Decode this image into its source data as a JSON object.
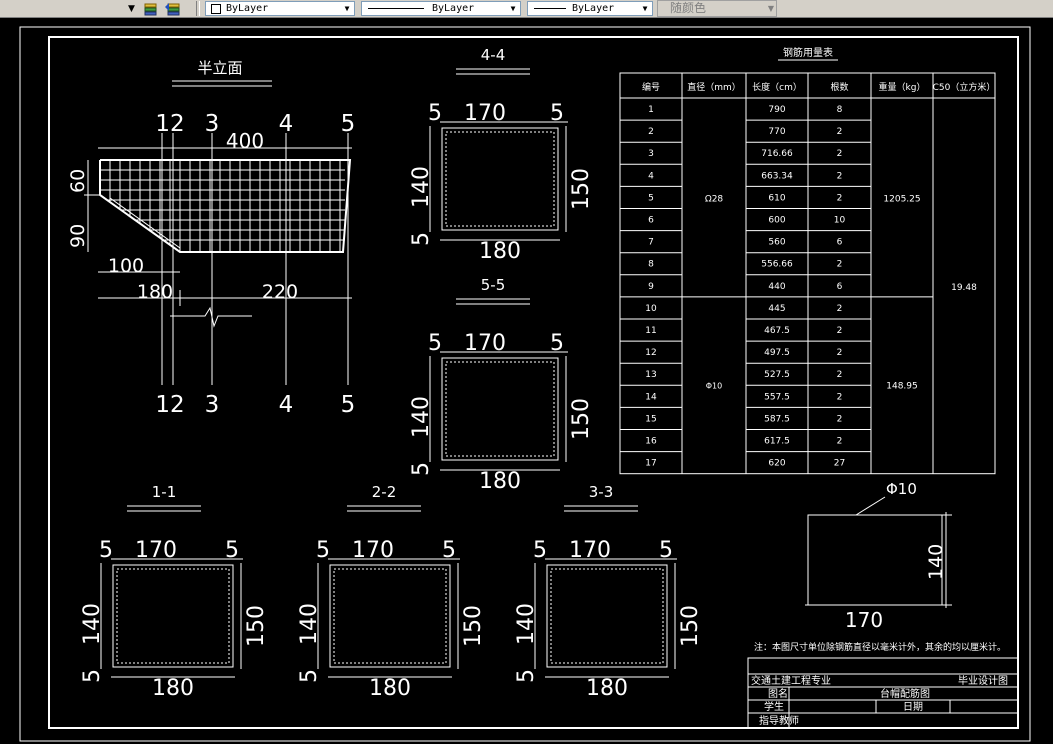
{
  "toolbar": {
    "layer_icon_names": [
      "layer-states-icon",
      "layer-previous-icon"
    ],
    "color_value": "ByLayer",
    "linetype_value": "ByLayer",
    "lineweight_value": "ByLayer",
    "plotstyle_value": "随颜色"
  },
  "drawing": {
    "half_elevation": {
      "title": "半立面",
      "top_labels": [
        "12",
        "3",
        "4",
        "5"
      ],
      "bottom_labels": [
        "12",
        "3",
        "4",
        "5"
      ],
      "dim_top": "400",
      "dim_left_a": "90",
      "dim_left_b": "60",
      "dim_100": "100",
      "dim_180": "180",
      "dim_220": "220"
    },
    "sections": [
      {
        "title": "4-4",
        "dims": [
          "5",
          "170",
          "5",
          "140",
          "150",
          "5",
          "180"
        ]
      },
      {
        "title": "5-5",
        "dims": [
          "5",
          "170",
          "5",
          "140",
          "150",
          "5",
          "180"
        ]
      },
      {
        "title": "1-1",
        "dims": [
          "5",
          "170",
          "5",
          "140",
          "150",
          "5",
          "180"
        ]
      },
      {
        "title": "2-2",
        "dims": [
          "5",
          "170",
          "5",
          "140",
          "150",
          "5",
          "180"
        ]
      },
      {
        "title": "3-3",
        "dims": [
          "5",
          "170",
          "5",
          "140",
          "150",
          "5",
          "180"
        ]
      }
    ],
    "stirrup": {
      "label": "Φ10",
      "width": "170",
      "height": "140"
    },
    "table": {
      "title": "钢筋用量表",
      "headers": [
        "编号",
        "直径（mm）",
        "长度（cm）",
        "根数",
        "重量（kg）",
        "C50（立方米）"
      ],
      "rows": [
        {
          "no": "1",
          "len": "790",
          "count": "8"
        },
        {
          "no": "2",
          "len": "770",
          "count": "2"
        },
        {
          "no": "3",
          "len": "716.66",
          "count": "2"
        },
        {
          "no": "4",
          "len": "663.34",
          "count": "2"
        },
        {
          "no": "5",
          "len": "610",
          "count": "2"
        },
        {
          "no": "6",
          "len": "600",
          "count": "10"
        },
        {
          "no": "7",
          "len": "560",
          "count": "6"
        },
        {
          "no": "8",
          "len": "556.66",
          "count": "2"
        },
        {
          "no": "9",
          "len": "440",
          "count": "6"
        },
        {
          "no": "10",
          "len": "445",
          "count": "2"
        },
        {
          "no": "11",
          "len": "467.5",
          "count": "2"
        },
        {
          "no": "12",
          "len": "497.5",
          "count": "2"
        },
        {
          "no": "13",
          "len": "527.5",
          "count": "2"
        },
        {
          "no": "14",
          "len": "557.5",
          "count": "2"
        },
        {
          "no": "15",
          "len": "587.5",
          "count": "2"
        },
        {
          "no": "16",
          "len": "617.5",
          "count": "2"
        },
        {
          "no": "17",
          "len": "620",
          "count": "27"
        }
      ],
      "diameter_1": "Ω28",
      "diameter_2": "Φ10",
      "weight_1": "1205.25",
      "weight_2": "148.95",
      "concrete": "19.48"
    },
    "note": "注：本图尺寸单位除钢筋直径以毫米计外，其余的均以厘米计。",
    "title_block": {
      "school": "交通土建工程专业",
      "doc_type": "毕业设计图",
      "name_label": "图名",
      "name_value": "台帽配筋图",
      "student_label": "学生",
      "date_label": "日期",
      "advisor_label": "指导教师"
    }
  }
}
